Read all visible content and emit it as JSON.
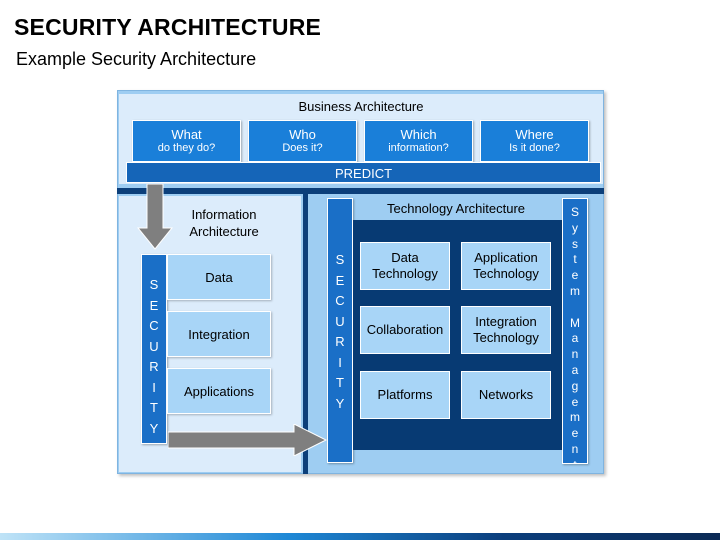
{
  "title": "SECURITY ARCHITECTURE",
  "subtitle": "Example Security Architecture",
  "business": {
    "title": "Business Architecture",
    "questions": [
      {
        "main": "What",
        "sub": "do they do?"
      },
      {
        "main": "Who",
        "sub": "Does it?"
      },
      {
        "main": "Which",
        "sub": "information?"
      },
      {
        "main": "Where",
        "sub": "Is it done?"
      }
    ],
    "predict": "PREDICT"
  },
  "information": {
    "title_line1": "Information",
    "title_line2": "Architecture",
    "items": [
      "Data",
      "Integration",
      "Applications"
    ]
  },
  "security_letters": [
    "S",
    "E",
    "C",
    "U",
    "R",
    "I",
    "T",
    "Y"
  ],
  "technology": {
    "title": "Technology Architecture",
    "items": [
      {
        "line1": "Data",
        "line2": "Technology"
      },
      {
        "line1": "Application",
        "line2": "Technology"
      },
      {
        "line1": "Collaboration",
        "line2": ""
      },
      {
        "line1": "Integration",
        "line2": "Technology"
      },
      {
        "line1": "Platforms",
        "line2": ""
      },
      {
        "line1": "Networks",
        "line2": ""
      }
    ]
  },
  "system_management_letters": [
    "S",
    "y",
    "s",
    "t",
    "e",
    "m",
    "",
    "M",
    "a",
    "n",
    "a",
    "g",
    "e",
    "m",
    "e",
    "n",
    "t"
  ],
  "colors": {
    "frame": "#9ecdf2",
    "band": "#dcecfb",
    "box_blue": "#1a7fd9",
    "dark_navy": "#073a73",
    "light_box": "#a8d5f7",
    "arrow": "#7f7f7f"
  }
}
